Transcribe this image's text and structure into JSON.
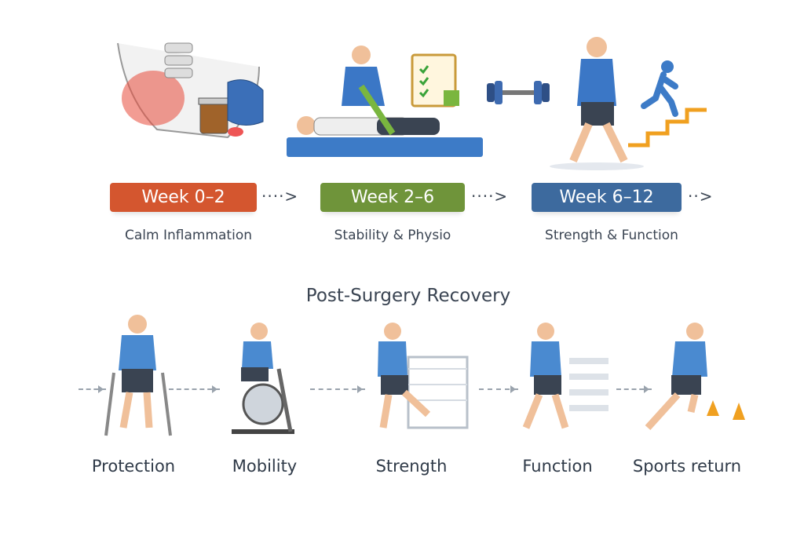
{
  "phases": [
    {
      "week": "Week 0–2",
      "caption": "Calm Inflammation",
      "color": "#d4562f"
    },
    {
      "week": "Week 2–6",
      "caption": "Stability & Physio",
      "color": "#6f943a"
    },
    {
      "week": "Week 6–12",
      "caption": "Strength & Function",
      "color": "#3d6a9e"
    }
  ],
  "title": "Post-Surgery Recovery",
  "stages": [
    {
      "label": "Protection"
    },
    {
      "label": "Mobility"
    },
    {
      "label": "Strength"
    },
    {
      "label": "Function"
    },
    {
      "label": "Sports return"
    }
  ]
}
